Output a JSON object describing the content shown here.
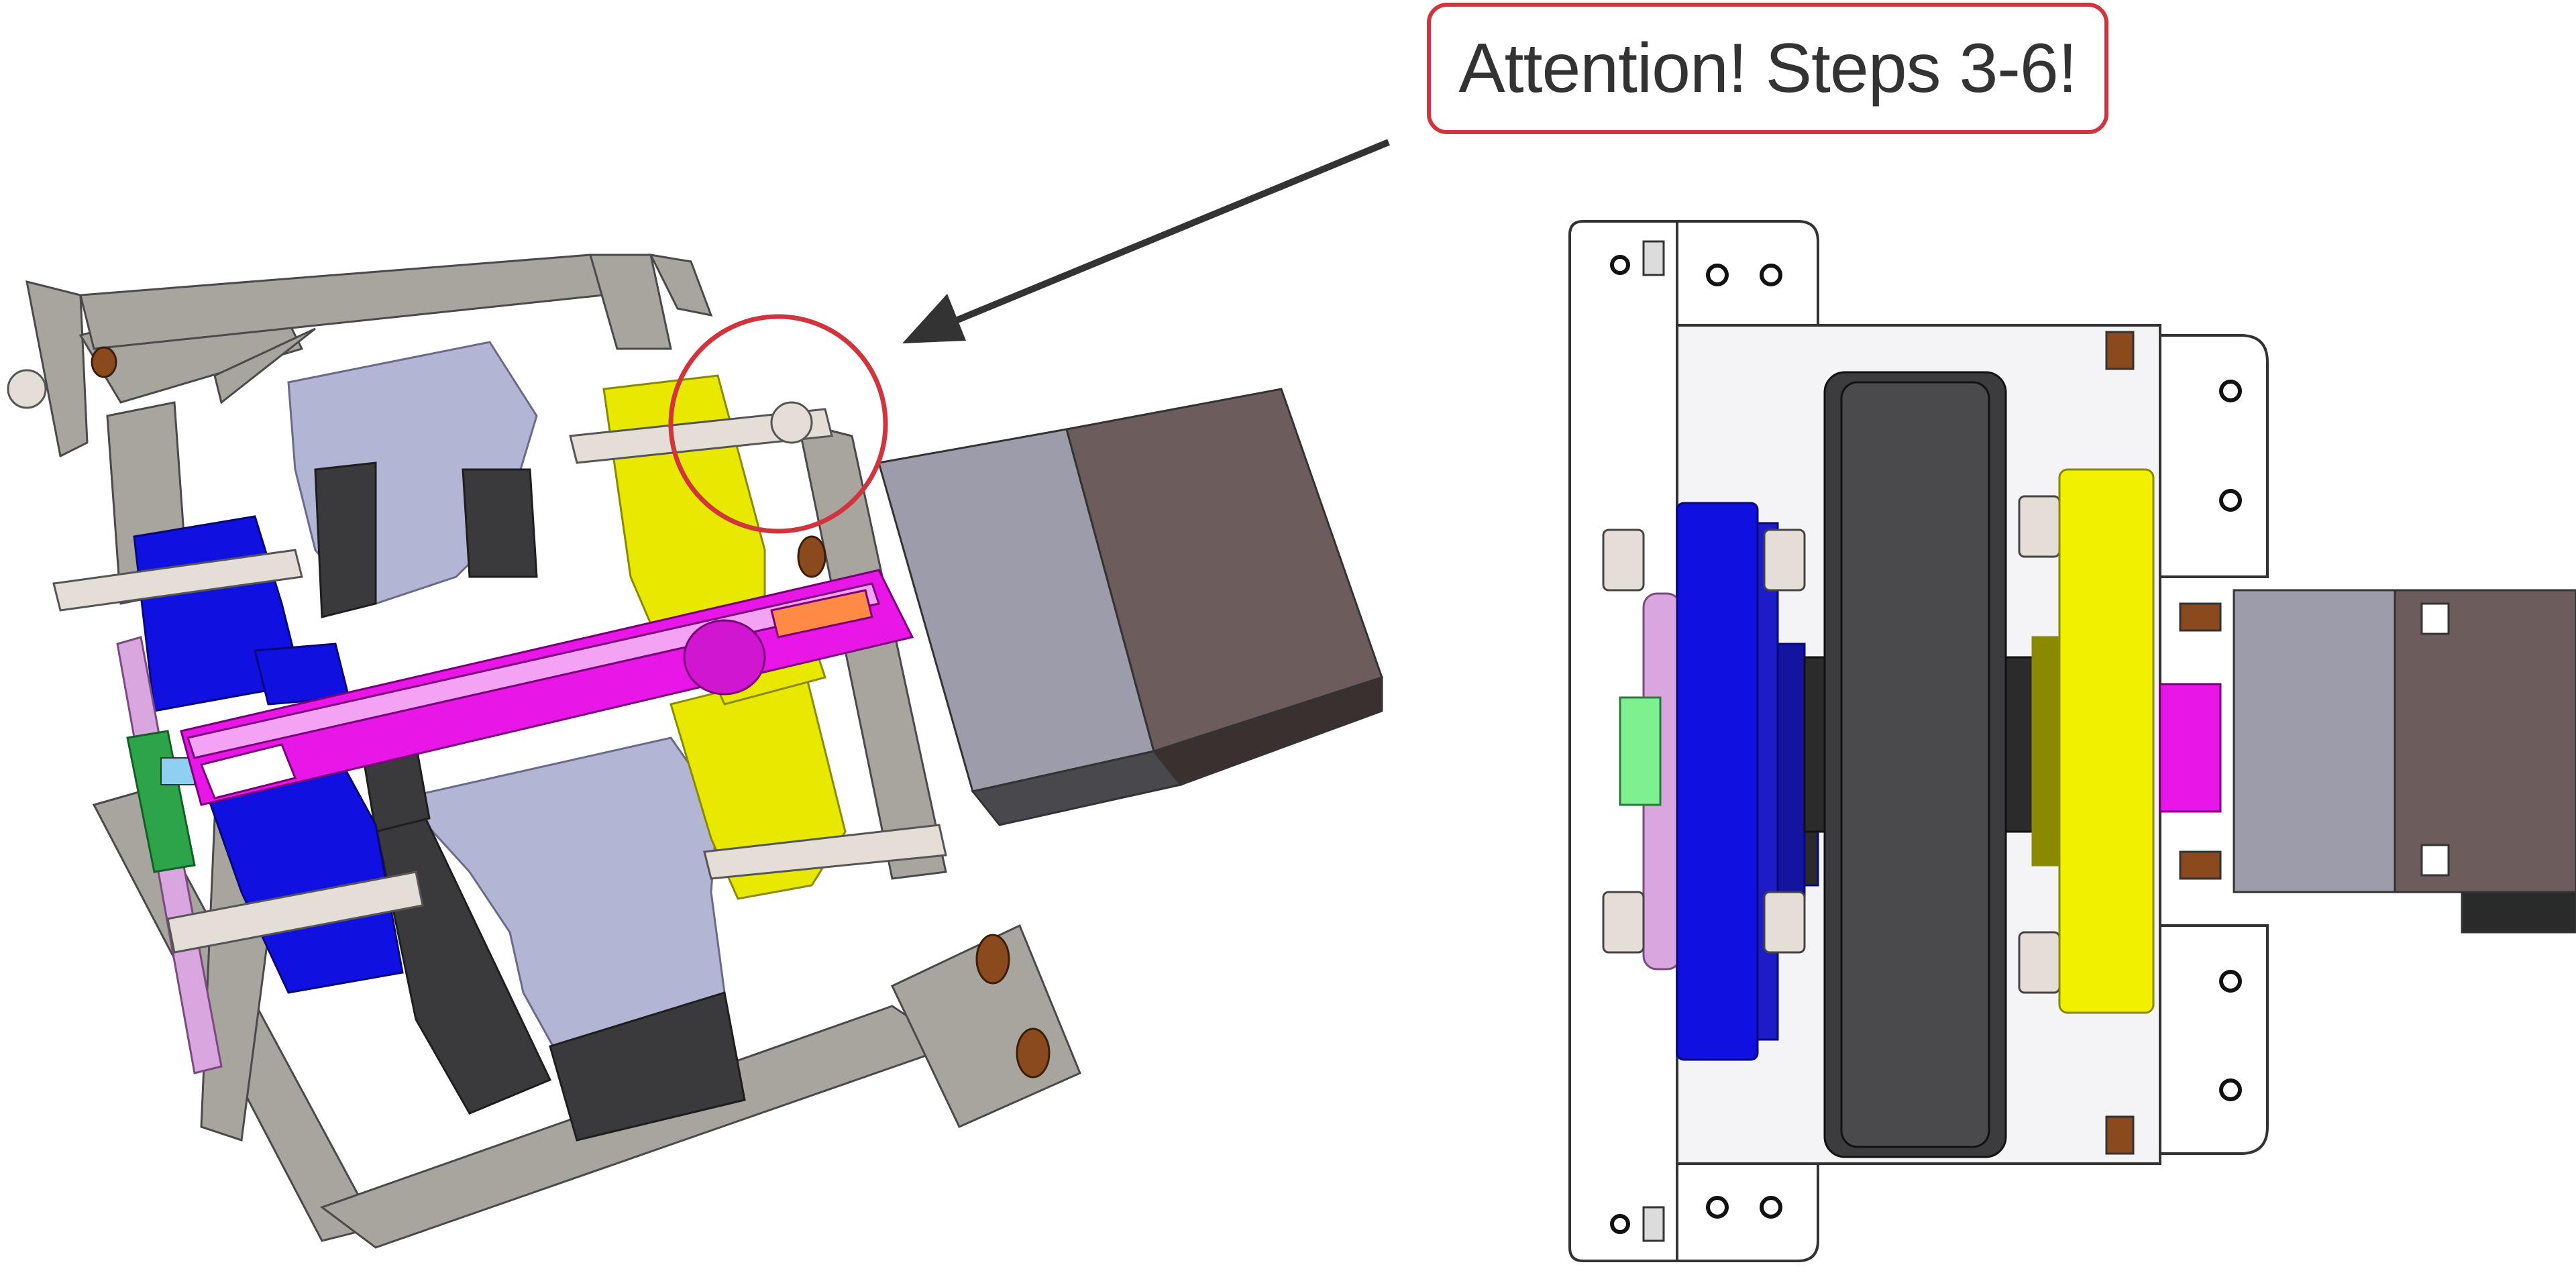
{
  "callout": {
    "text": "Attention! Steps 3-6!",
    "border_color": "#d1343c",
    "text_color": "#333333"
  },
  "highlight": {
    "color": "#d1343c"
  },
  "arrow": {
    "color": "#333333"
  },
  "views": {
    "left": {
      "name": "isometric-section-view"
    },
    "right": {
      "name": "front-view"
    }
  },
  "part_colors": {
    "frame": "#a8a49e",
    "tire": "#b2b6d4",
    "hub_dark": "#3a3a3c",
    "left_bearing": "#1010e0",
    "right_bearing": "#f0f000",
    "shaft": "#e817e8",
    "motor_light": "#9c9cab",
    "motor_dark": "#6c5d5c",
    "bolt": "#e5ded6",
    "green_board": "#2ea44a",
    "pink_disc": "#d9a6df"
  }
}
